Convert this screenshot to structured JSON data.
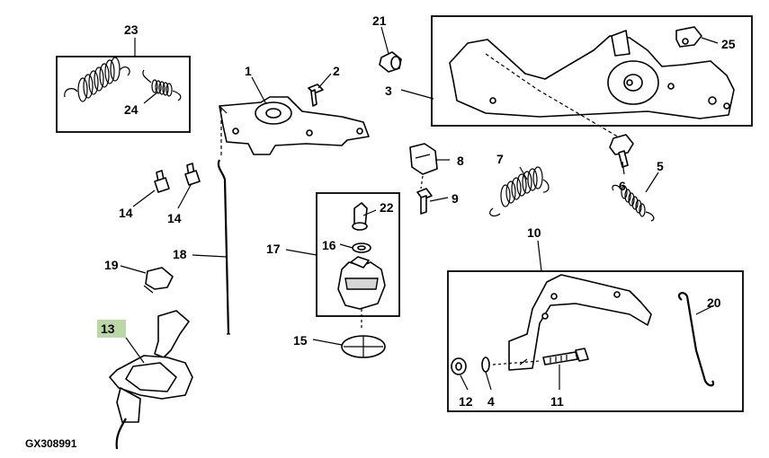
{
  "diagram_code": "GX308991",
  "highlight_color": "#b9d8a6",
  "callouts": {
    "c1": "1",
    "c2": "2",
    "c3": "3",
    "c4": "4",
    "c5": "5",
    "c6": "6",
    "c7": "7",
    "c8": "8",
    "c9": "9",
    "c10": "10",
    "c11": "11",
    "c12": "12",
    "c13": "13",
    "c14a": "14",
    "c14b": "14",
    "c15": "15",
    "c16": "16",
    "c17": "17",
    "c18": "18",
    "c19": "19",
    "c20": "20",
    "c21": "21",
    "c22": "22",
    "c23": "23",
    "c24": "24",
    "c25": "25"
  }
}
